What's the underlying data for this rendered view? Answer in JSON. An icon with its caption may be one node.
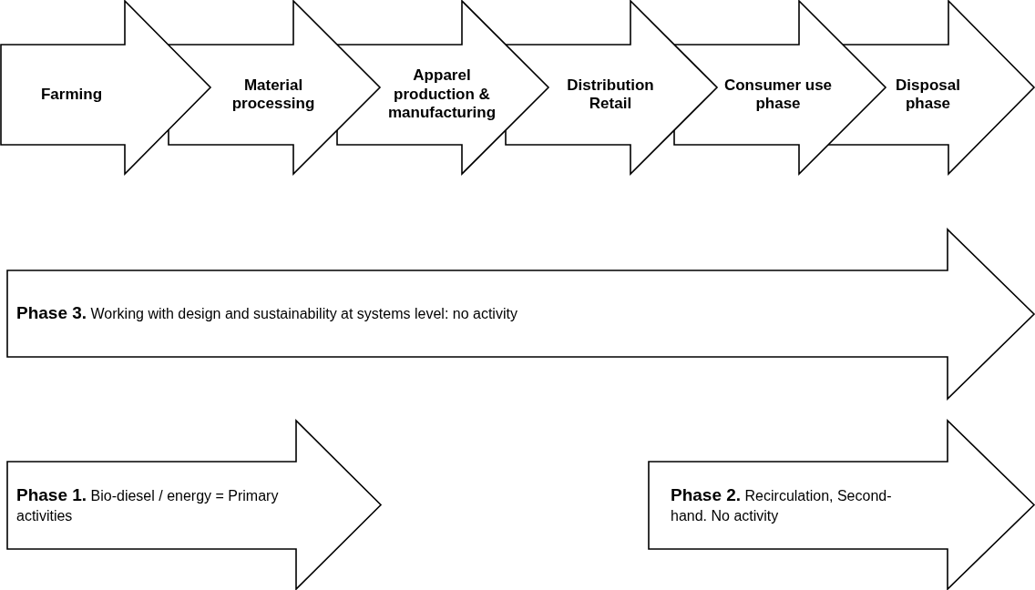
{
  "diagram": {
    "nodes": [
      {
        "text": [
          "Farming"
        ]
      },
      {
        "text": [
          "Material processing"
        ]
      },
      {
        "text": [
          "Apparel production & manufacturing"
        ]
      },
      {
        "text": [
          "Distribution Retail"
        ]
      },
      {
        "text": [
          "Consumer use phase"
        ]
      },
      {
        "text": [
          "Disposal phase"
        ]
      },
      {
        "text": [
          "**Phase 3.** Working with design and sustainability at systems level: no activity"
        ]
      },
      {
        "text": [
          "**Phase 1.** Bio-diesel / energy = Primary activities"
        ]
      },
      {
        "text": [
          "**Phase 2.** Recirculation, Second-hand. No activity"
        ]
      }
    ],
    "edges": []
  }
}
